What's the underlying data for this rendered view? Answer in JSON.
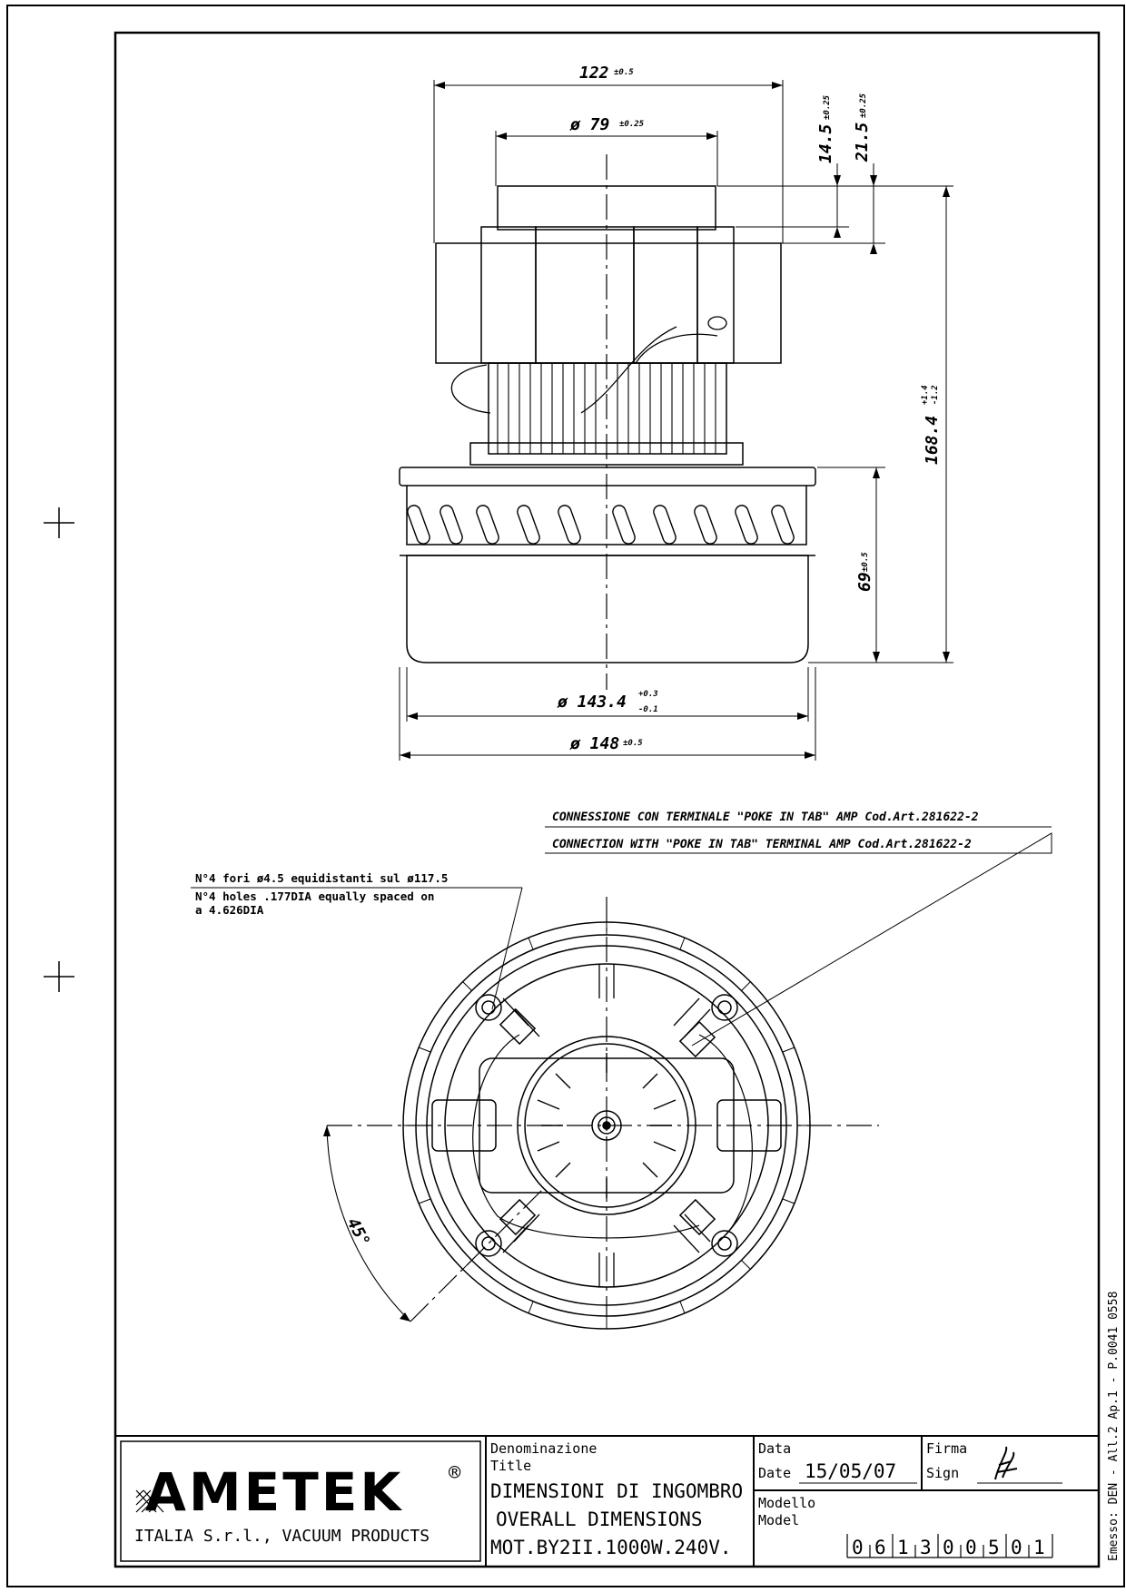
{
  "dimensions": {
    "width_top": "122",
    "width_top_tol": "±0.5",
    "dia_79": "ø 79",
    "dia_79_tol": "±0.25",
    "h_145": "14.5",
    "h_145_tol": "±0.25",
    "h_215": "21.5",
    "h_215_tol": "±0.25",
    "h_total": "168.4",
    "h_total_tol_plus": "+1.4",
    "h_total_tol_minus": "-1.2",
    "h_69": "69",
    "h_69_tol": "±0.5",
    "dia_1434": "ø 143.4",
    "dia_1434_tol_plus": "+0.3",
    "dia_1434_tol_minus": "-0.1",
    "dia_148": "ø 148",
    "dia_148_tol": "±0.5",
    "angle": "45°"
  },
  "notes": {
    "connection_it": "CONNESSIONE CON TERMINALE \"POKE IN TAB\" AMP Cod.Art.281622-2",
    "connection_en": "CONNECTION WITH \"POKE IN TAB\" TERMINAL AMP Cod.Art.281622-2",
    "holes_it": "N°4 fori ø4.5 equidistanti sul ø117.5",
    "holes_en_1": "N°4 holes .177DIA equally spaced on",
    "holes_en_2": "a 4.626DIA"
  },
  "title_block": {
    "logo": "AMETEK",
    "registered": "®",
    "company": "ITALIA S.r.l., VACUUM PRODUCTS",
    "denominazione_label": "Denominazione",
    "title_label": "Title",
    "title_it": "DIMENSIONI DI INGOMBRO",
    "title_en": "OVERALL DIMENSIONS",
    "title_model": "MOT.BY2II.1000W.240V.",
    "data_label": "Data",
    "date_label": "Date",
    "date_value": "15/05/07",
    "firma_label": "Firma",
    "sign_label": "Sign",
    "modello_label": "Modello",
    "model_label": "Model",
    "model_digits": [
      "0",
      "6",
      "1",
      "3",
      "0",
      "0",
      "5",
      "0",
      "1"
    ]
  },
  "side_text": "Emesso: DEN  -  All.2 Ap.1 - P.0041 0558"
}
